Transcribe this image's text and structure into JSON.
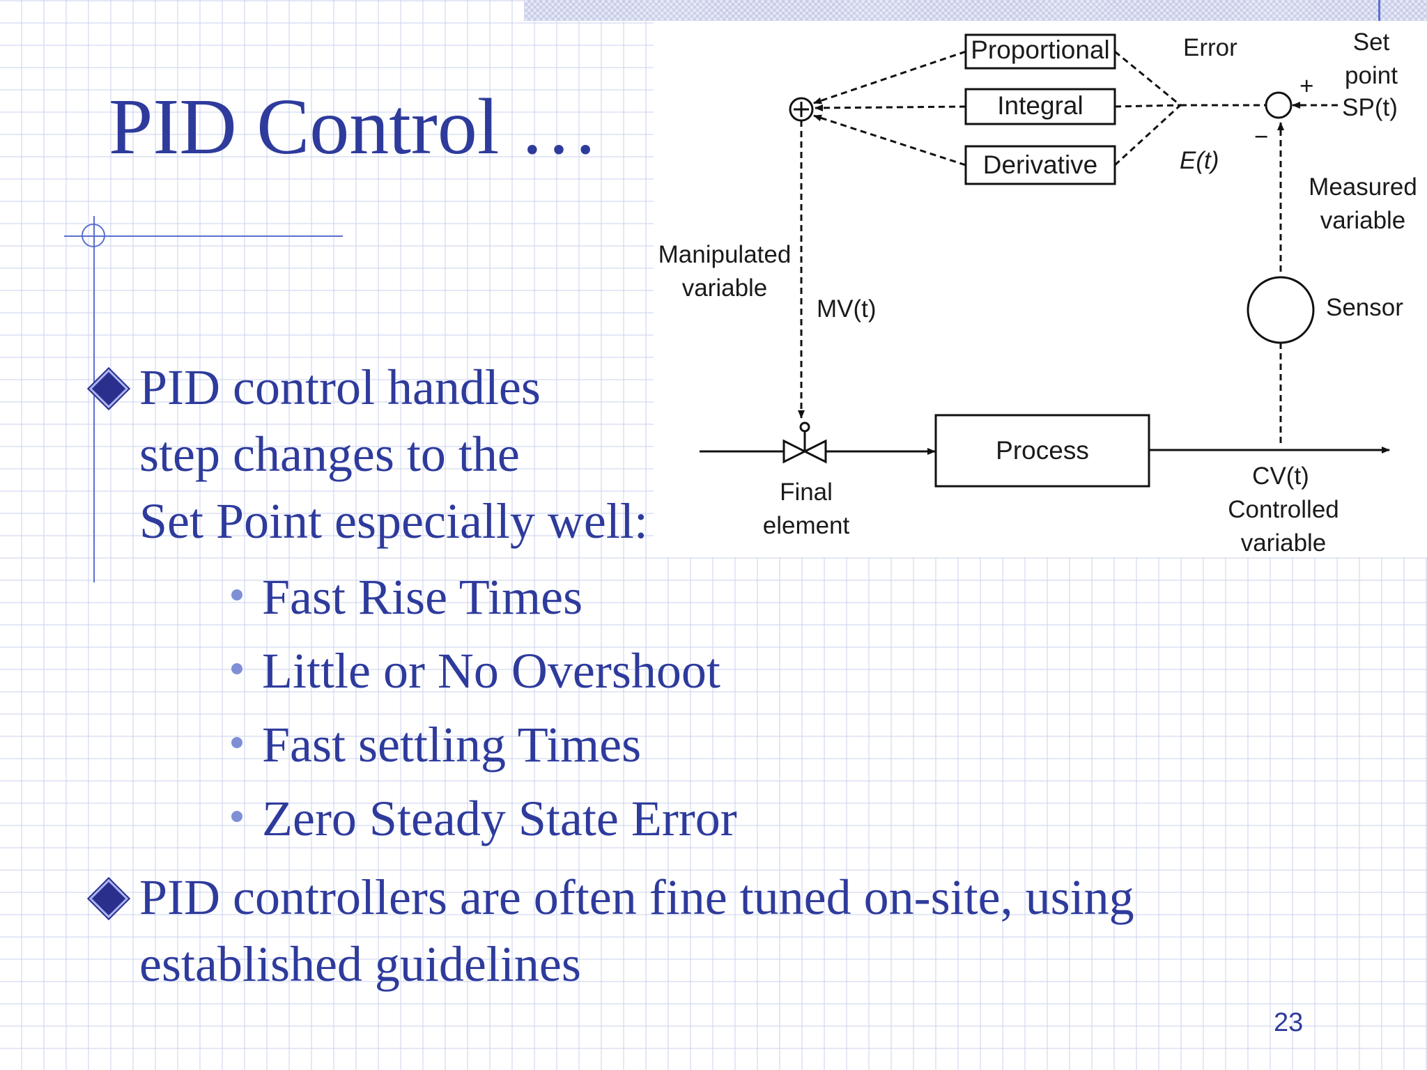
{
  "slide": {
    "title": "PID Control …",
    "page_number": "23"
  },
  "bullets": [
    {
      "lines": [
        "PID control handles",
        "step changes to the",
        "Set Point especially well:"
      ]
    },
    {
      "lines": [
        "PID controllers are often fine tuned on-site, using",
        "established guidelines"
      ]
    }
  ],
  "sub_bullets": [
    "Fast Rise Times",
    "Little or No Overshoot",
    "Fast settling Times",
    "Zero Steady State Error"
  ],
  "diagram": {
    "box_proportional": "Proportional",
    "box_integral": "Integral",
    "box_derivative": "Derivative",
    "box_process": "Process",
    "label_error": "Error",
    "label_e": "E(t)",
    "label_setpoint_1": "Set",
    "label_setpoint_2": "point",
    "label_setpoint_3": "SP(t)",
    "label_plus": "+",
    "label_minus": "−",
    "label_measured_1": "Measured",
    "label_measured_2": "variable",
    "label_sensor": "Sensor",
    "label_manipulated_1": "Manipulated",
    "label_manipulated_2": "variable",
    "label_mv": "MV(t)",
    "label_final_1": "Final",
    "label_final_2": "element",
    "label_cv": "CV(t)",
    "label_controlled_1": "Controlled",
    "label_controlled_2": "variable"
  },
  "colors": {
    "text": "#2e3b9c",
    "diamond": "#2a2e8c",
    "grid": "#cdd4ee",
    "accent": "#5a6fd0"
  }
}
